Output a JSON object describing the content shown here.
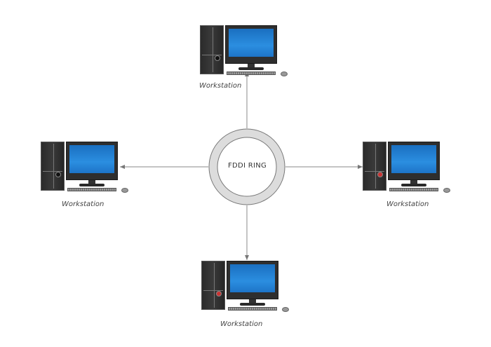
{
  "diagram": {
    "title": "FDDI Ring Topology",
    "center": {
      "label": "FDDI RING"
    },
    "nodes": [
      {
        "id": "top",
        "label": "Workstation",
        "position": "top"
      },
      {
        "id": "left",
        "label": "Workstation",
        "position": "left"
      },
      {
        "id": "right",
        "label": "Workstation",
        "position": "right"
      },
      {
        "id": "bottom",
        "label": "Workstation",
        "position": "bottom"
      }
    ],
    "edges": [
      {
        "from": "center",
        "to": "top",
        "arrow": "to"
      },
      {
        "from": "center",
        "to": "left",
        "arrow": "to"
      },
      {
        "from": "center",
        "to": "right",
        "arrow": "to"
      },
      {
        "from": "center",
        "to": "bottom",
        "arrow": "to"
      }
    ],
    "colors": {
      "ring_fill": "#dcdcdc",
      "ring_stroke": "#777777",
      "connector": "#888888",
      "screen": "#2b8ee0",
      "case": "#2e2e2e"
    }
  }
}
